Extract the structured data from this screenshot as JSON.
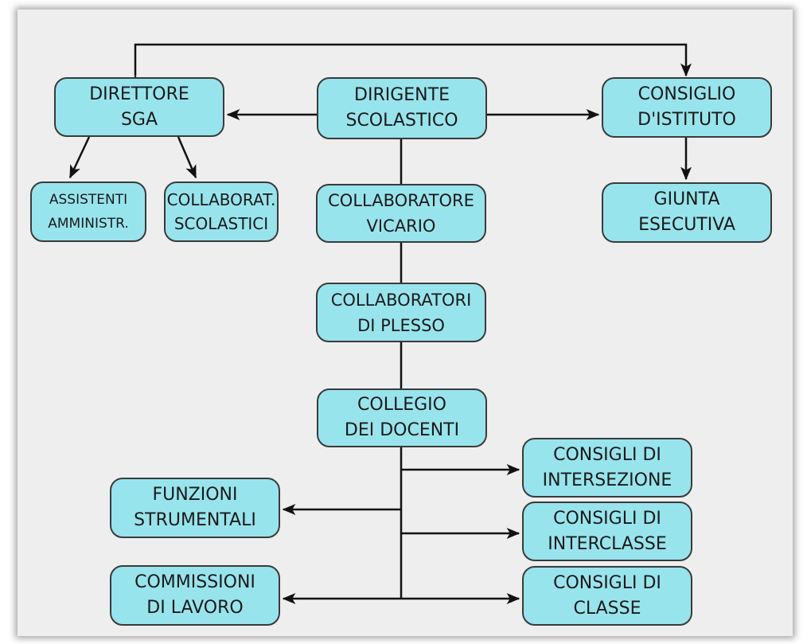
{
  "nodes": {
    "dirigente": "DIRIGENTE\nSCOLASTICO",
    "direttore": "DIRETTORE\nSGA",
    "consiglio_istituto": "CONSIGLIO\nD'ISTITUTO",
    "assistenti": "ASSISTENTI\nAMMINISTR.",
    "collaborat": "COLLABORAT.\nSCOLASTICI",
    "vicario": "COLLABORATORE\nVICARIO",
    "giunta": "GIUNTA\nESECUTIVA",
    "plesso": "COLLABORATORI\nDI PLESSO",
    "collegio": "COLLEGIO\nDEI DOCENTI",
    "intersezione": "CONSIGLI DI\nINTERSEZIONE",
    "funzioni": "FUNZIONI\nSTRUMENTALI",
    "interclasse": "CONSIGLI DI\nINTERCLASSE",
    "commissioni": "COMMISSIONI\nDI LAVORO",
    "classe": "CONSIGLI DI\nCLASSE"
  },
  "colors": {
    "box_fill": "#98e4ed",
    "box_border": "#3a3a3a",
    "connector": "#111111",
    "background": "#eeeeee"
  }
}
